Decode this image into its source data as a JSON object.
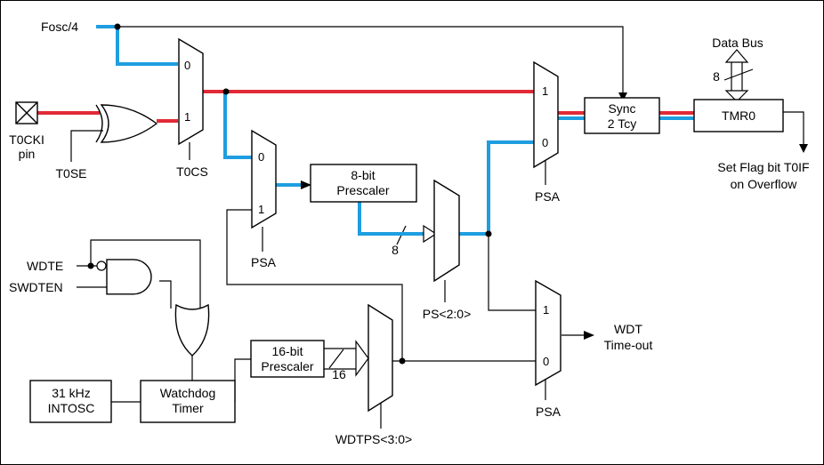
{
  "labels": {
    "fosc": "Fosc/4",
    "t0cki": "T0CKI",
    "pin": "pin",
    "t0se": "T0SE",
    "t0cs": "T0CS",
    "psa_a": "PSA",
    "psa_b": "PSA",
    "psa_c": "PSA",
    "ps": "PS<2:0>",
    "data_bus": "Data Bus",
    "bus_width": "8",
    "flag1": "Set Flag bit T0IF",
    "flag2": "on Overflow",
    "wdte": "WDTE",
    "swdten": "SWDTEN",
    "wdt1": "WDT",
    "wdt2": "Time-out",
    "wdtps": "WDTPS<3:0>",
    "width_8": "8",
    "width_16": "16"
  },
  "blocks": {
    "prescaler8_1": "8-bit",
    "prescaler8_2": "Prescaler",
    "sync_1": "Sync",
    "sync_2": "2 Tcy",
    "tmr0": "TMR0",
    "prescaler16_1": "16-bit",
    "prescaler16_2": "Prescaler",
    "watchdog_1": "Watchdog",
    "watchdog_2": "Timer",
    "intosc_1": "31 kHz",
    "intosc_2": "INTOSC"
  },
  "mux_inputs": {
    "t0cs_0": "0",
    "t0cs_1": "1",
    "psa1_0": "0",
    "psa1_1": "1",
    "psa2_1": "1",
    "psa2_0": "0",
    "psa3_1": "1",
    "psa3_0": "0"
  },
  "colors": {
    "timer_path": "#1e9ee0",
    "counter_path": "#e02a36"
  }
}
